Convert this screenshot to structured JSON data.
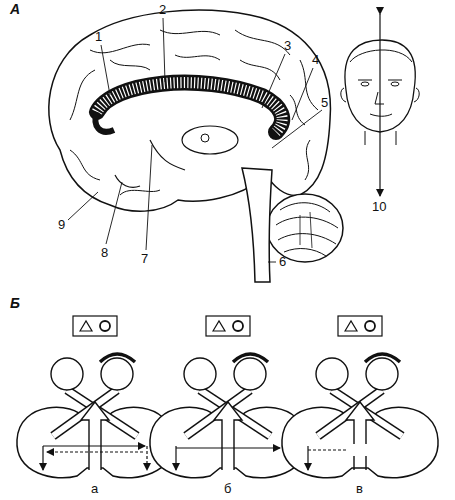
{
  "diagram": {
    "labels": [
      "А",
      "1",
      "2",
      "3",
      "4",
      "5",
      "6",
      "7",
      "8",
      "9",
      "10",
      "Б",
      "а",
      "б",
      "в"
    ]
  }
}
